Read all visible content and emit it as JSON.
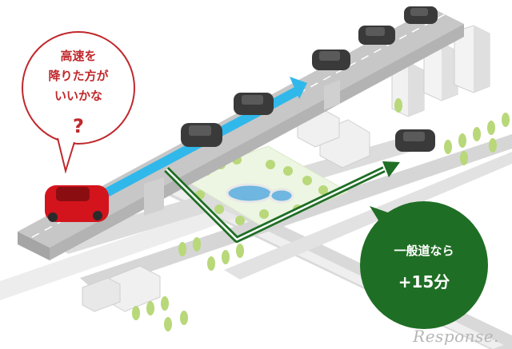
{
  "question_bubble": {
    "lines": [
      "高速を",
      "降りた方が",
      "いいかな"
    ],
    "mark": "?"
  },
  "answer_bubble": {
    "line1": "一般道なら",
    "line2": "+15分"
  },
  "watermark": "Response.",
  "colors": {
    "accent_red": "#c0282c",
    "route_green": "#1f6e25",
    "highway_arrow_blue": "#31b8ea",
    "road_gray": "#bfbfbf",
    "car_red": "#d4141c",
    "car_dark": "#3a3a3a",
    "tree_green": "#b8d87a",
    "pond_blue": "#6fb6e0"
  }
}
